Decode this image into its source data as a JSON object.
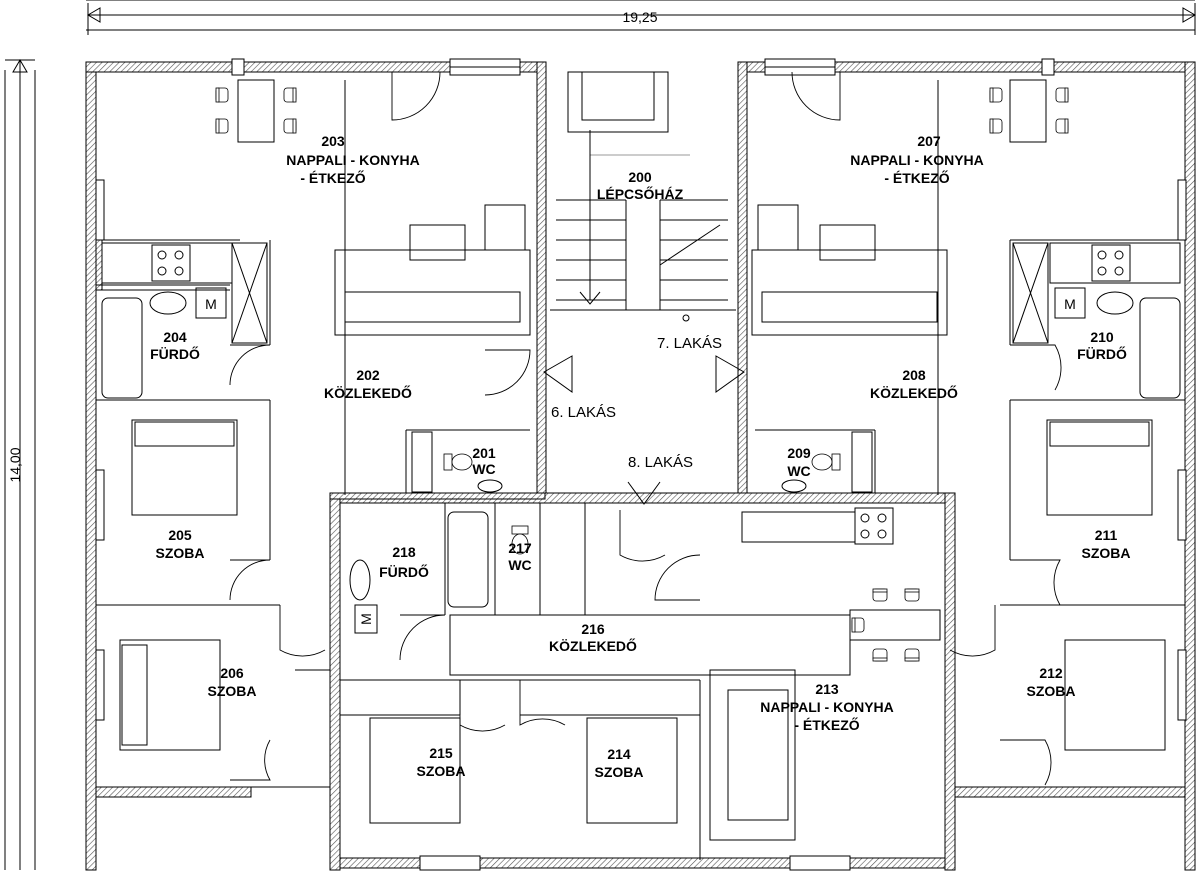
{
  "dimensions": {
    "width": "19,25",
    "height": "14,00"
  },
  "apartments": [
    "6. LAKÁS",
    "7. LAKÁS",
    "8. LAKÁS"
  ],
  "rooms": [
    {
      "number": "200",
      "name": "LÉPCSŐHÁZ"
    },
    {
      "number": "201",
      "name": "WC"
    },
    {
      "number": "202",
      "name": "KÖZLEKEDŐ"
    },
    {
      "number": "203",
      "name": "NAPPALI - KONYHA",
      "name2": "- ÉTKEZŐ"
    },
    {
      "number": "204",
      "name": "FÜRDŐ"
    },
    {
      "number": "205",
      "name": "SZOBA"
    },
    {
      "number": "206",
      "name": "SZOBA"
    },
    {
      "number": "207",
      "name": "NAPPALI - KONYHA",
      "name2": "- ÉTKEZŐ"
    },
    {
      "number": "208",
      "name": "KÖZLEKEDŐ"
    },
    {
      "number": "209",
      "name": "WC"
    },
    {
      "number": "210",
      "name": "FÜRDŐ"
    },
    {
      "number": "211",
      "name": "SZOBA"
    },
    {
      "number": "212",
      "name": "SZOBA"
    },
    {
      "number": "213",
      "name": "NAPPALI - KONYHA",
      "name2": "- ÉTKEZŐ"
    },
    {
      "number": "214",
      "name": "SZOBA"
    },
    {
      "number": "215",
      "name": "SZOBA"
    },
    {
      "number": "216",
      "name": "KÖZLEKEDŐ"
    },
    {
      "number": "217",
      "name": "WC"
    },
    {
      "number": "218",
      "name": "FÜRDŐ"
    }
  ],
  "fixture_labels": {
    "washing_machine": "M"
  }
}
